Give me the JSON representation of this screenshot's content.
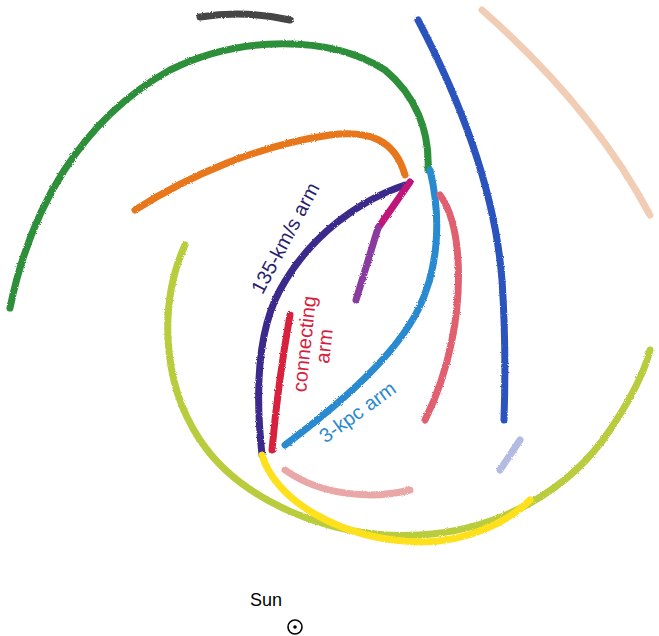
{
  "diagram": {
    "labels": [
      "135-km/s arm",
      "connecting arm",
      "3-kpc arm",
      "Sun"
    ]
  }
}
